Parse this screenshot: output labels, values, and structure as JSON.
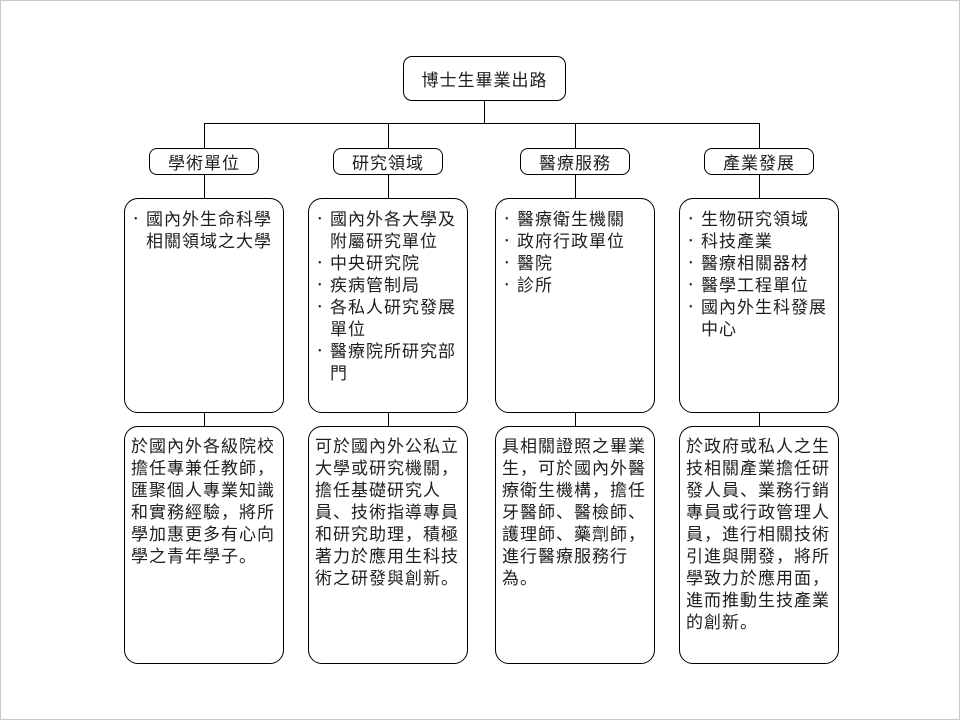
{
  "title": "博士生畢業出路",
  "bullet": "•",
  "colors": {
    "border": "#000000",
    "text": "#1f1f1f",
    "background": "#ffffff"
  },
  "branches": [
    {
      "label": "學術單位",
      "items": [
        "國內外生命科學相關領域之大學"
      ],
      "description": "於國內外各級院校擔任專兼任教師，匯聚個人專業知識和實務經驗，將所學加惠更多有心向學之青年學子。"
    },
    {
      "label": "研究領域",
      "items": [
        "國內外各大學及附屬研究單位",
        "中央研究院",
        "疾病管制局",
        "各私人研究發展單位",
        "醫療院所研究部門"
      ],
      "description": "可於國內外公私立大學或研究機關，擔任基礎研究人員、技術指導專員和研究助理，積極著力於應用生科技術之研發與創新。"
    },
    {
      "label": "醫療服務",
      "items": [
        "醫療衛生機關",
        "政府行政單位",
        "醫院",
        "診所"
      ],
      "description": "具相關證照之畢業生，可於國內外醫療衛生機構，擔任牙醫師、醫檢師、護理師、藥劑師，進行醫療服務行為。"
    },
    {
      "label": "產業發展",
      "items": [
        "生物研究領域",
        "科技產業",
        "醫療相關器材",
        "醫學工程單位",
        "國內外生科發展中心"
      ],
      "description": "於政府或私人之生技相關產業擔任研發人員、業務行銷專員或行政管理人員，進行相關技術引進與開發，將所學致力於應用面，進而推動生技產業的創新。"
    }
  ]
}
